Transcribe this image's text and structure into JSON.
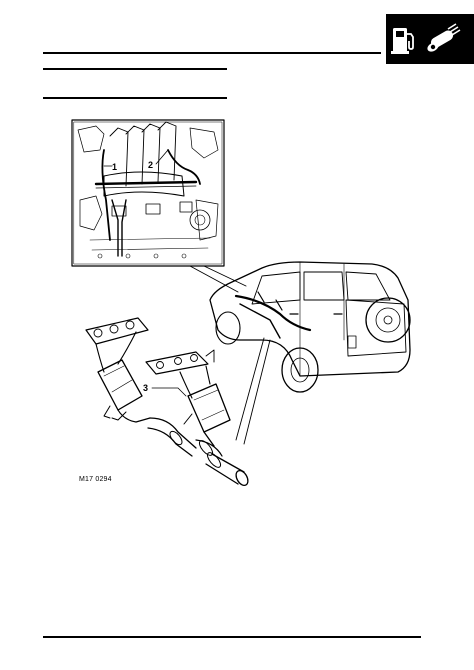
{
  "figure": {
    "caption": "M17 0294",
    "callouts": [
      "1",
      "2",
      "3"
    ]
  },
  "section_tab": {
    "icons": [
      "fuel-pump-icon",
      "exhaust-pipe-icon"
    ]
  }
}
